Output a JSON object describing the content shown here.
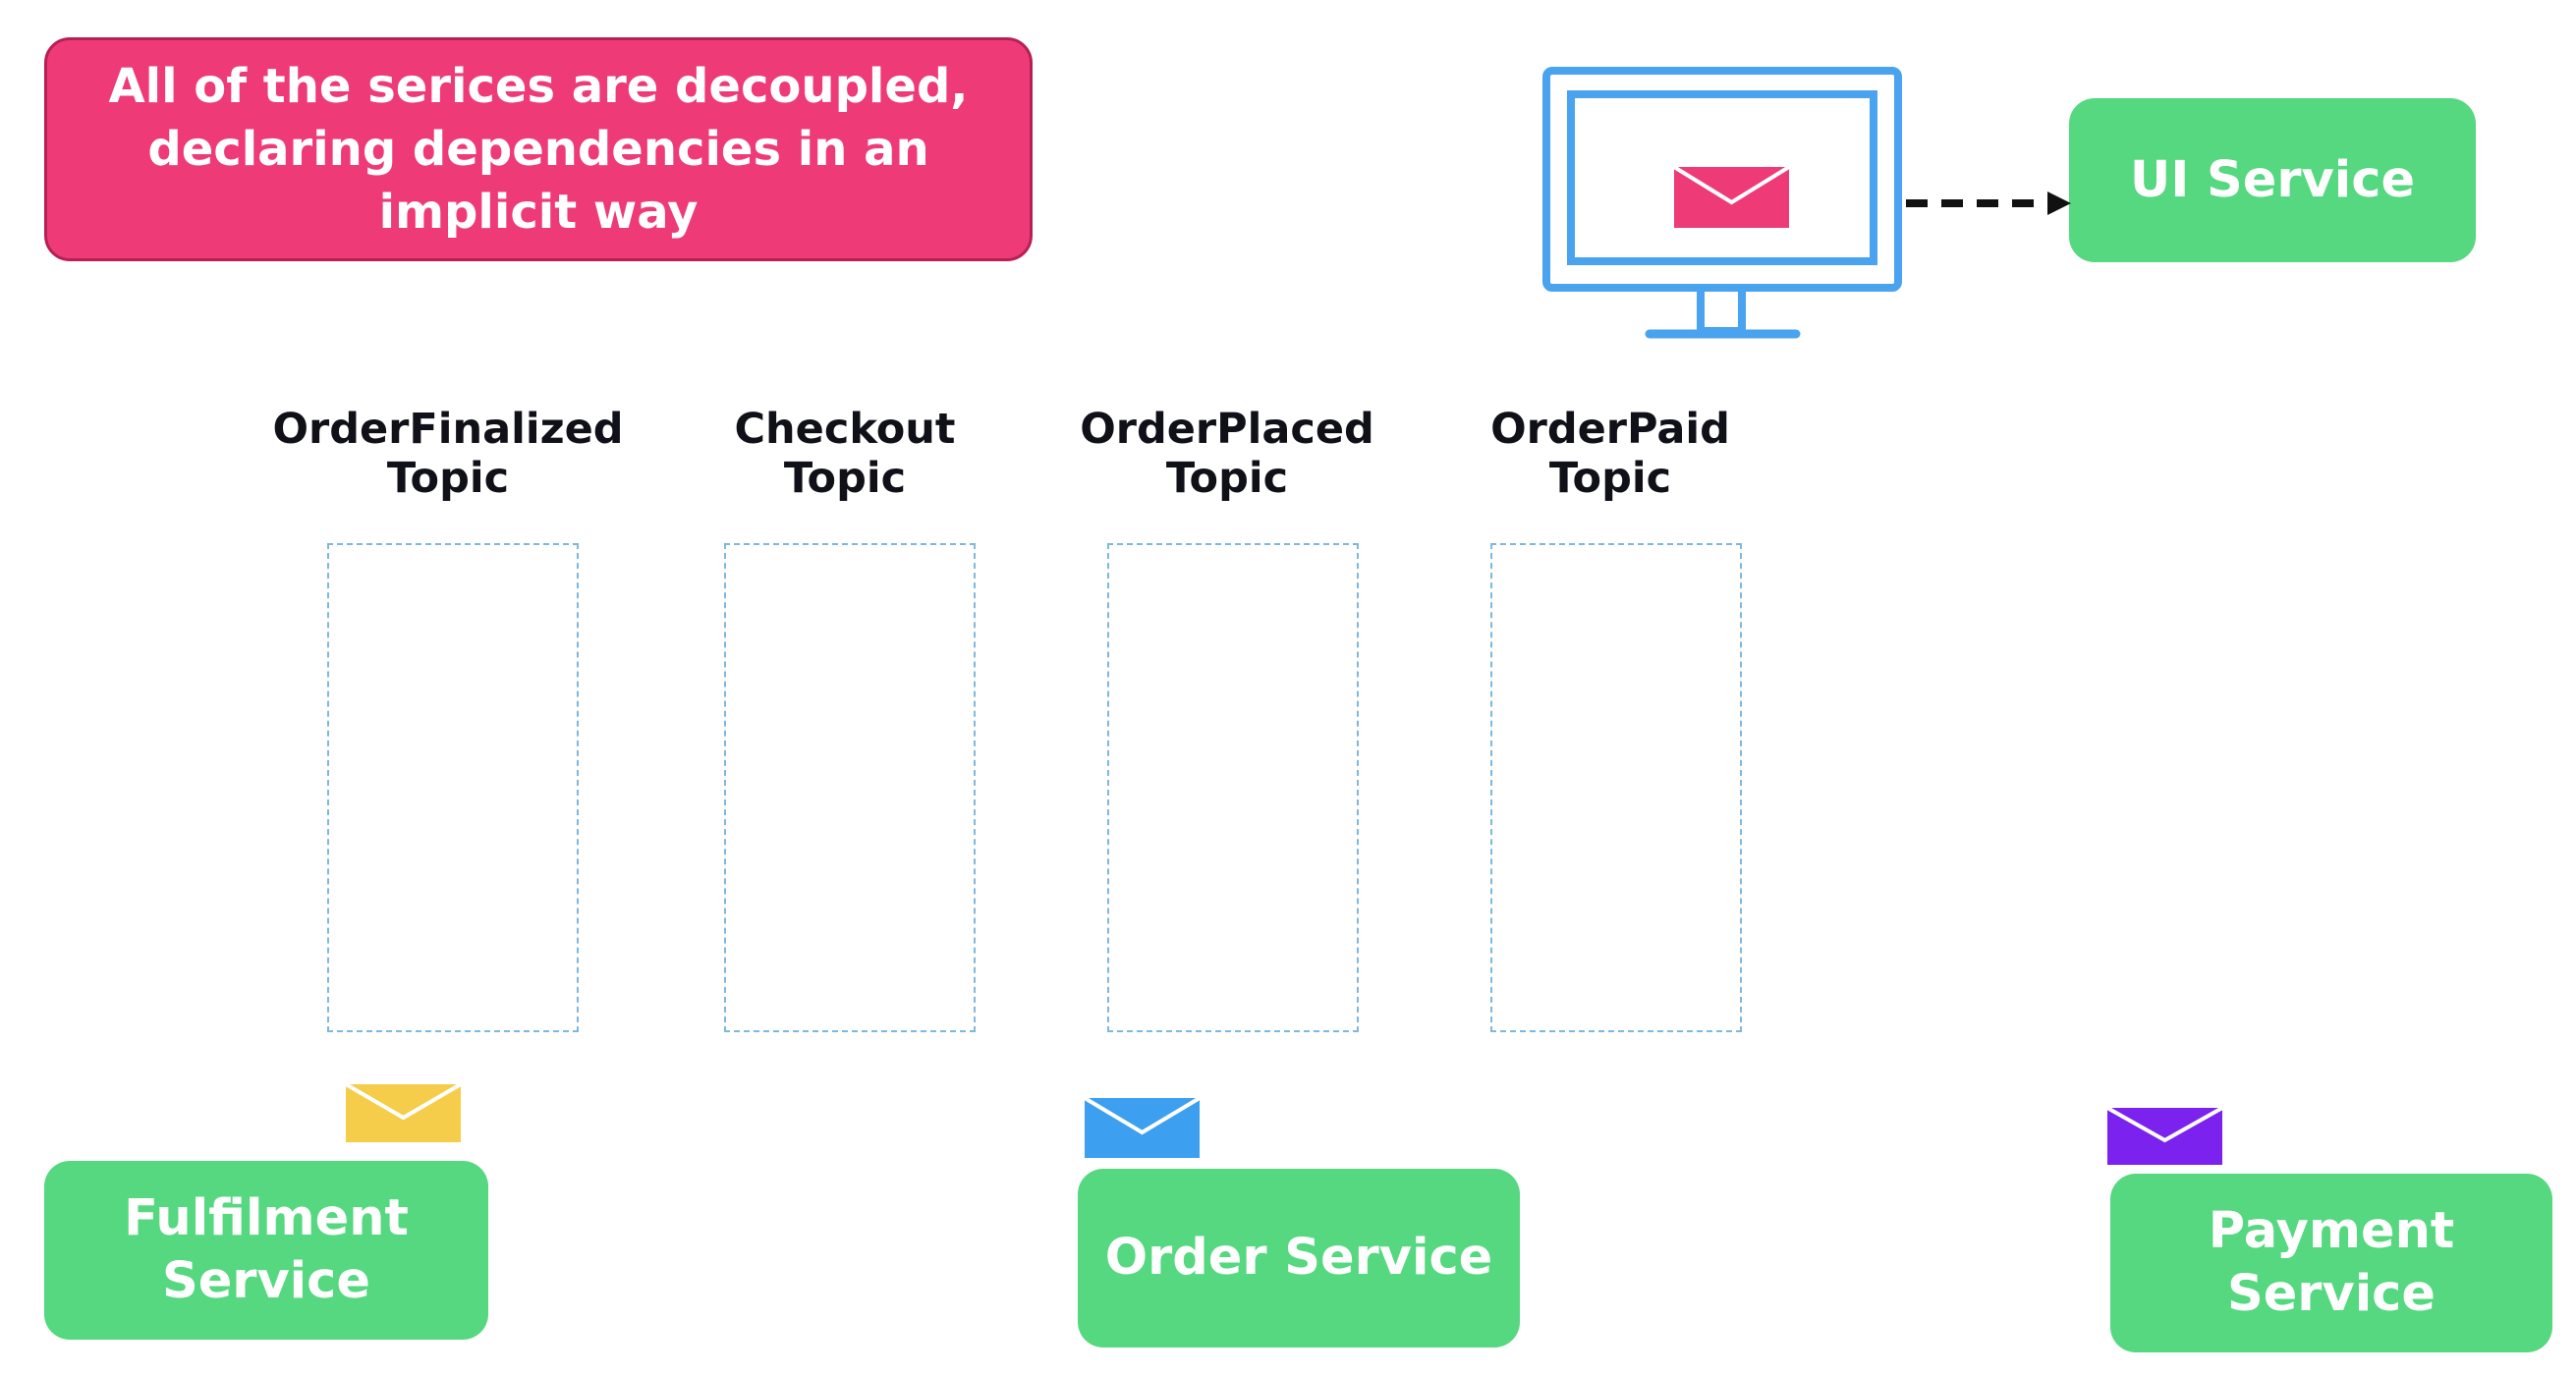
{
  "callout": {
    "text": "All of the serices are decoupled, declaring dependencies in an implicit way"
  },
  "topics": [
    {
      "label": "OrderFinalized\nTopic"
    },
    {
      "label": "Checkout\nTopic"
    },
    {
      "label": "OrderPlaced\nTopic"
    },
    {
      "label": "OrderPaid\nTopic"
    }
  ],
  "services": {
    "ui": {
      "label": "UI Service"
    },
    "fulfilment": {
      "label": "Fulfilment\nService"
    },
    "order": {
      "label": "Order Service"
    },
    "payment": {
      "label": "Payment\nService"
    }
  },
  "colors": {
    "callout_fill": "#ee3b77",
    "service_fill": "#55d87f",
    "monitor_frame": "#4aa3ee",
    "monitor_screen_fill": "#ffffff",
    "envelope_pink": "#ee3b77",
    "envelope_yellow": "#f5cd4a",
    "envelope_blue": "#3d9ff0",
    "envelope_purple": "#7b22ee",
    "arrow": "#111111"
  },
  "icons": [
    "monitor-icon",
    "envelope-icon"
  ]
}
